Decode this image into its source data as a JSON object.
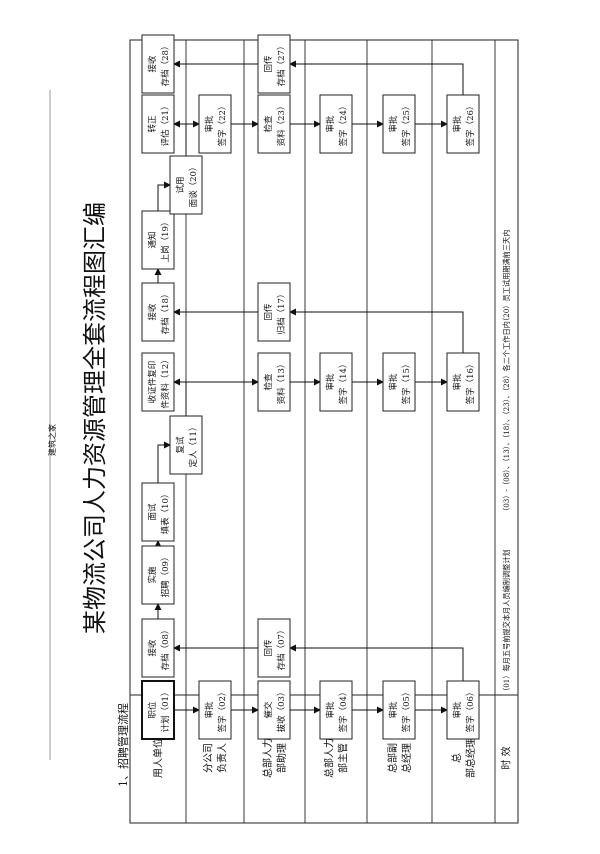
{
  "document": {
    "watermark": "建筑之家",
    "title": "某物流公司人力资源管理全套流程图汇编",
    "section_heading": "1、招聘管理流程"
  },
  "lanes": [
    {
      "id": "l0",
      "label": "用人单位"
    },
    {
      "id": "l1",
      "label": "分公司负责人"
    },
    {
      "id": "l2",
      "label": "总部人力部助理"
    },
    {
      "id": "l3",
      "label": "总部人力部主管"
    },
    {
      "id": "l4",
      "label": "总部副总经理"
    },
    {
      "id": "l5",
      "label": "总  部总经理"
    }
  ],
  "time_lane": {
    "label": "时  效",
    "notes": [
      "（01）每月五号前提交本月人员编制调整计划",
      "（03）-（08）、（13）、（18）、（23）、（28）各二个工作日内",
      "（20）员工试用期满前三天内"
    ]
  },
  "steps": [
    {
      "id": "s01",
      "label": "职位计划（01）"
    },
    {
      "id": "s02",
      "label": "审批签字（02）"
    },
    {
      "id": "s03",
      "label": "催交拔收（03）"
    },
    {
      "id": "s04",
      "label": "审批签字（04）"
    },
    {
      "id": "s05",
      "label": "审批签字（05）"
    },
    {
      "id": "s06",
      "label": "审批签字（06）"
    },
    {
      "id": "s07",
      "label": "回传存档（07）"
    },
    {
      "id": "s08",
      "label": "接收存档（08）"
    },
    {
      "id": "s09",
      "label": "实施招聘（09）"
    },
    {
      "id": "s10",
      "label": "面试填表（10）"
    },
    {
      "id": "s11",
      "label": "复试定人（11）"
    },
    {
      "id": "s12",
      "label": "收证件复印件资料（12）"
    },
    {
      "id": "s13",
      "label": "检查资料（13）"
    },
    {
      "id": "s14",
      "label": "审批签字（14）"
    },
    {
      "id": "s15",
      "label": "审批签字（15）"
    },
    {
      "id": "s16",
      "label": "审批签字（16）"
    },
    {
      "id": "s17",
      "label": "回传归档（17）"
    },
    {
      "id": "s18",
      "label": "接收存档（18）"
    },
    {
      "id": "s19",
      "label": "通知上岗（19）"
    },
    {
      "id": "s20",
      "label": "试用面谈（20）"
    },
    {
      "id": "s21",
      "label": "转正评估（21）"
    },
    {
      "id": "s22",
      "label": "审批签字（22）"
    },
    {
      "id": "s23",
      "label": "检查资料（23）"
    },
    {
      "id": "s24",
      "label": "审批签字（24）"
    },
    {
      "id": "s25",
      "label": "审批签字（25）"
    },
    {
      "id": "s26",
      "label": "审批签字（26）"
    },
    {
      "id": "s27",
      "label": "回传存档（27）"
    },
    {
      "id": "s28",
      "label": "接收存档（28）"
    }
  ],
  "flows": [
    [
      "s01",
      "s02"
    ],
    [
      "s02",
      "s03"
    ],
    [
      "s03",
      "s04"
    ],
    [
      "s04",
      "s05"
    ],
    [
      "s05",
      "s06"
    ],
    [
      "s06",
      "s07"
    ],
    [
      "s07",
      "s08"
    ],
    [
      "s08",
      "s09"
    ],
    [
      "s09",
      "s10"
    ],
    [
      "s10",
      "s11"
    ],
    [
      "s11",
      "s12"
    ],
    [
      "s12",
      "s13"
    ],
    [
      "s13",
      "s14"
    ],
    [
      "s14",
      "s15"
    ],
    [
      "s15",
      "s16"
    ],
    [
      "s16",
      "s17"
    ],
    [
      "s17",
      "s18"
    ],
    [
      "s18",
      "s19"
    ],
    [
      "s19",
      "s20"
    ],
    [
      "s20",
      "s21"
    ],
    [
      "s21",
      "s22"
    ],
    [
      "s22",
      "s23"
    ],
    [
      "s23",
      "s24"
    ],
    [
      "s24",
      "s25"
    ],
    [
      "s25",
      "s26"
    ],
    [
      "s26",
      "s27"
    ],
    [
      "s27",
      "s28"
    ]
  ]
}
